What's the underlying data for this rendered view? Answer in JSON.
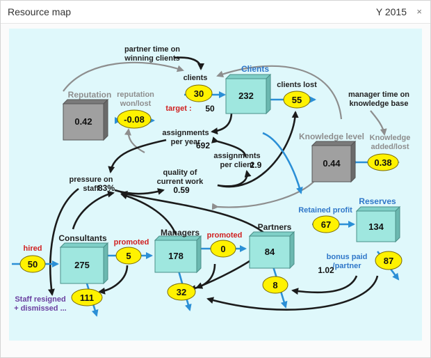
{
  "window": {
    "title": "Resource map",
    "year": "Y 2015",
    "close_glyph": "×"
  },
  "colors": {
    "background": "#dff8fb",
    "stock_teal": "#9fe7df",
    "stock_grey": "#a0a0a0",
    "value_yellow": "#fff200",
    "flow_blue": "#2b8fd6",
    "link_dark": "#1b1b1b",
    "label_blue": "#2f77c9",
    "label_red": "#d02020",
    "label_grey": "#8e8e8e",
    "label_purple": "#6a3fa0"
  },
  "stocks": {
    "clients": {
      "name": "Clients",
      "value": "232"
    },
    "reputation": {
      "name": "Reputation",
      "value": "0.42"
    },
    "knowledge": {
      "name": "Knowledge level",
      "value": "0.44"
    },
    "reserves": {
      "name": "Reserves",
      "value": "134"
    },
    "consultants": {
      "name": "Consultants",
      "value": "275"
    },
    "managers": {
      "name": "Managers",
      "value": "178"
    },
    "partners": {
      "name": "Partners",
      "value": "84"
    }
  },
  "flows": {
    "clients_won": {
      "label": "clients",
      "value": "30"
    },
    "clients_lost": {
      "label": "clients lost",
      "value": "55"
    },
    "reputation_change": {
      "label": "reputation\nwon/lost",
      "value": "-0.08"
    },
    "knowledge_change": {
      "label": "Knowledge\nadded/lost",
      "value": "0.38"
    },
    "retained_profit": {
      "label": "Retained profit",
      "value": "67"
    },
    "bonus_paid": {
      "label": "bonus paid\n/partner",
      "value": "87",
      "per_partner": "1.02"
    },
    "hired": {
      "label": "hired",
      "value": "50"
    },
    "consultants_promoted": {
      "label": "promoted",
      "value": "5"
    },
    "managers_promoted": {
      "label": "promoted",
      "value": "0"
    },
    "consultants_out": {
      "label": "Staff resigned\n+ dismissed ...",
      "value": "111"
    },
    "managers_out": {
      "value": "32"
    },
    "partners_out": {
      "value": "8"
    }
  },
  "variables": {
    "partner_time": {
      "label": "partner time on\nwinning clients"
    },
    "manager_time": {
      "label": "manager time on\nknowledge base"
    },
    "target": {
      "label": "target :",
      "value": "50"
    },
    "assignments_per_year": {
      "label": "assignments\nper year",
      "value": "692"
    },
    "assignments_per_client": {
      "label": "assignments\nper client",
      "value": "2.9"
    },
    "pressure": {
      "label": "pressure on\nstaff",
      "value": "83%"
    },
    "quality": {
      "label": "quality of\ncurrent  work",
      "value": "0.59"
    }
  }
}
